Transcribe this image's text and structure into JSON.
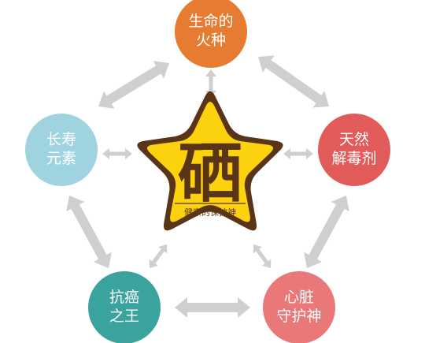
{
  "center": {
    "character": "硒",
    "caption": "健康的保护神",
    "colors": {
      "fill": "#fcd20f",
      "outline": "#5a3416",
      "text": "#5a3416"
    }
  },
  "nodes": [
    {
      "id": "top",
      "line1": "生命的",
      "line2": "火种",
      "color": "#e57c31"
    },
    {
      "id": "left",
      "line1": "长寿",
      "line2": "元素",
      "color": "#9fd3e0"
    },
    {
      "id": "right",
      "line1": "天然",
      "line2": "解毒剂",
      "color": "#e25b5b"
    },
    {
      "id": "bottom-left",
      "line1": "抗癌",
      "line2": "之王",
      "color": "#3aa39e"
    },
    {
      "id": "bottom-right",
      "line1": "心脏",
      "line2": "守护神",
      "color": "#ea7878"
    }
  ],
  "arrow_color": "#cfcfcf"
}
